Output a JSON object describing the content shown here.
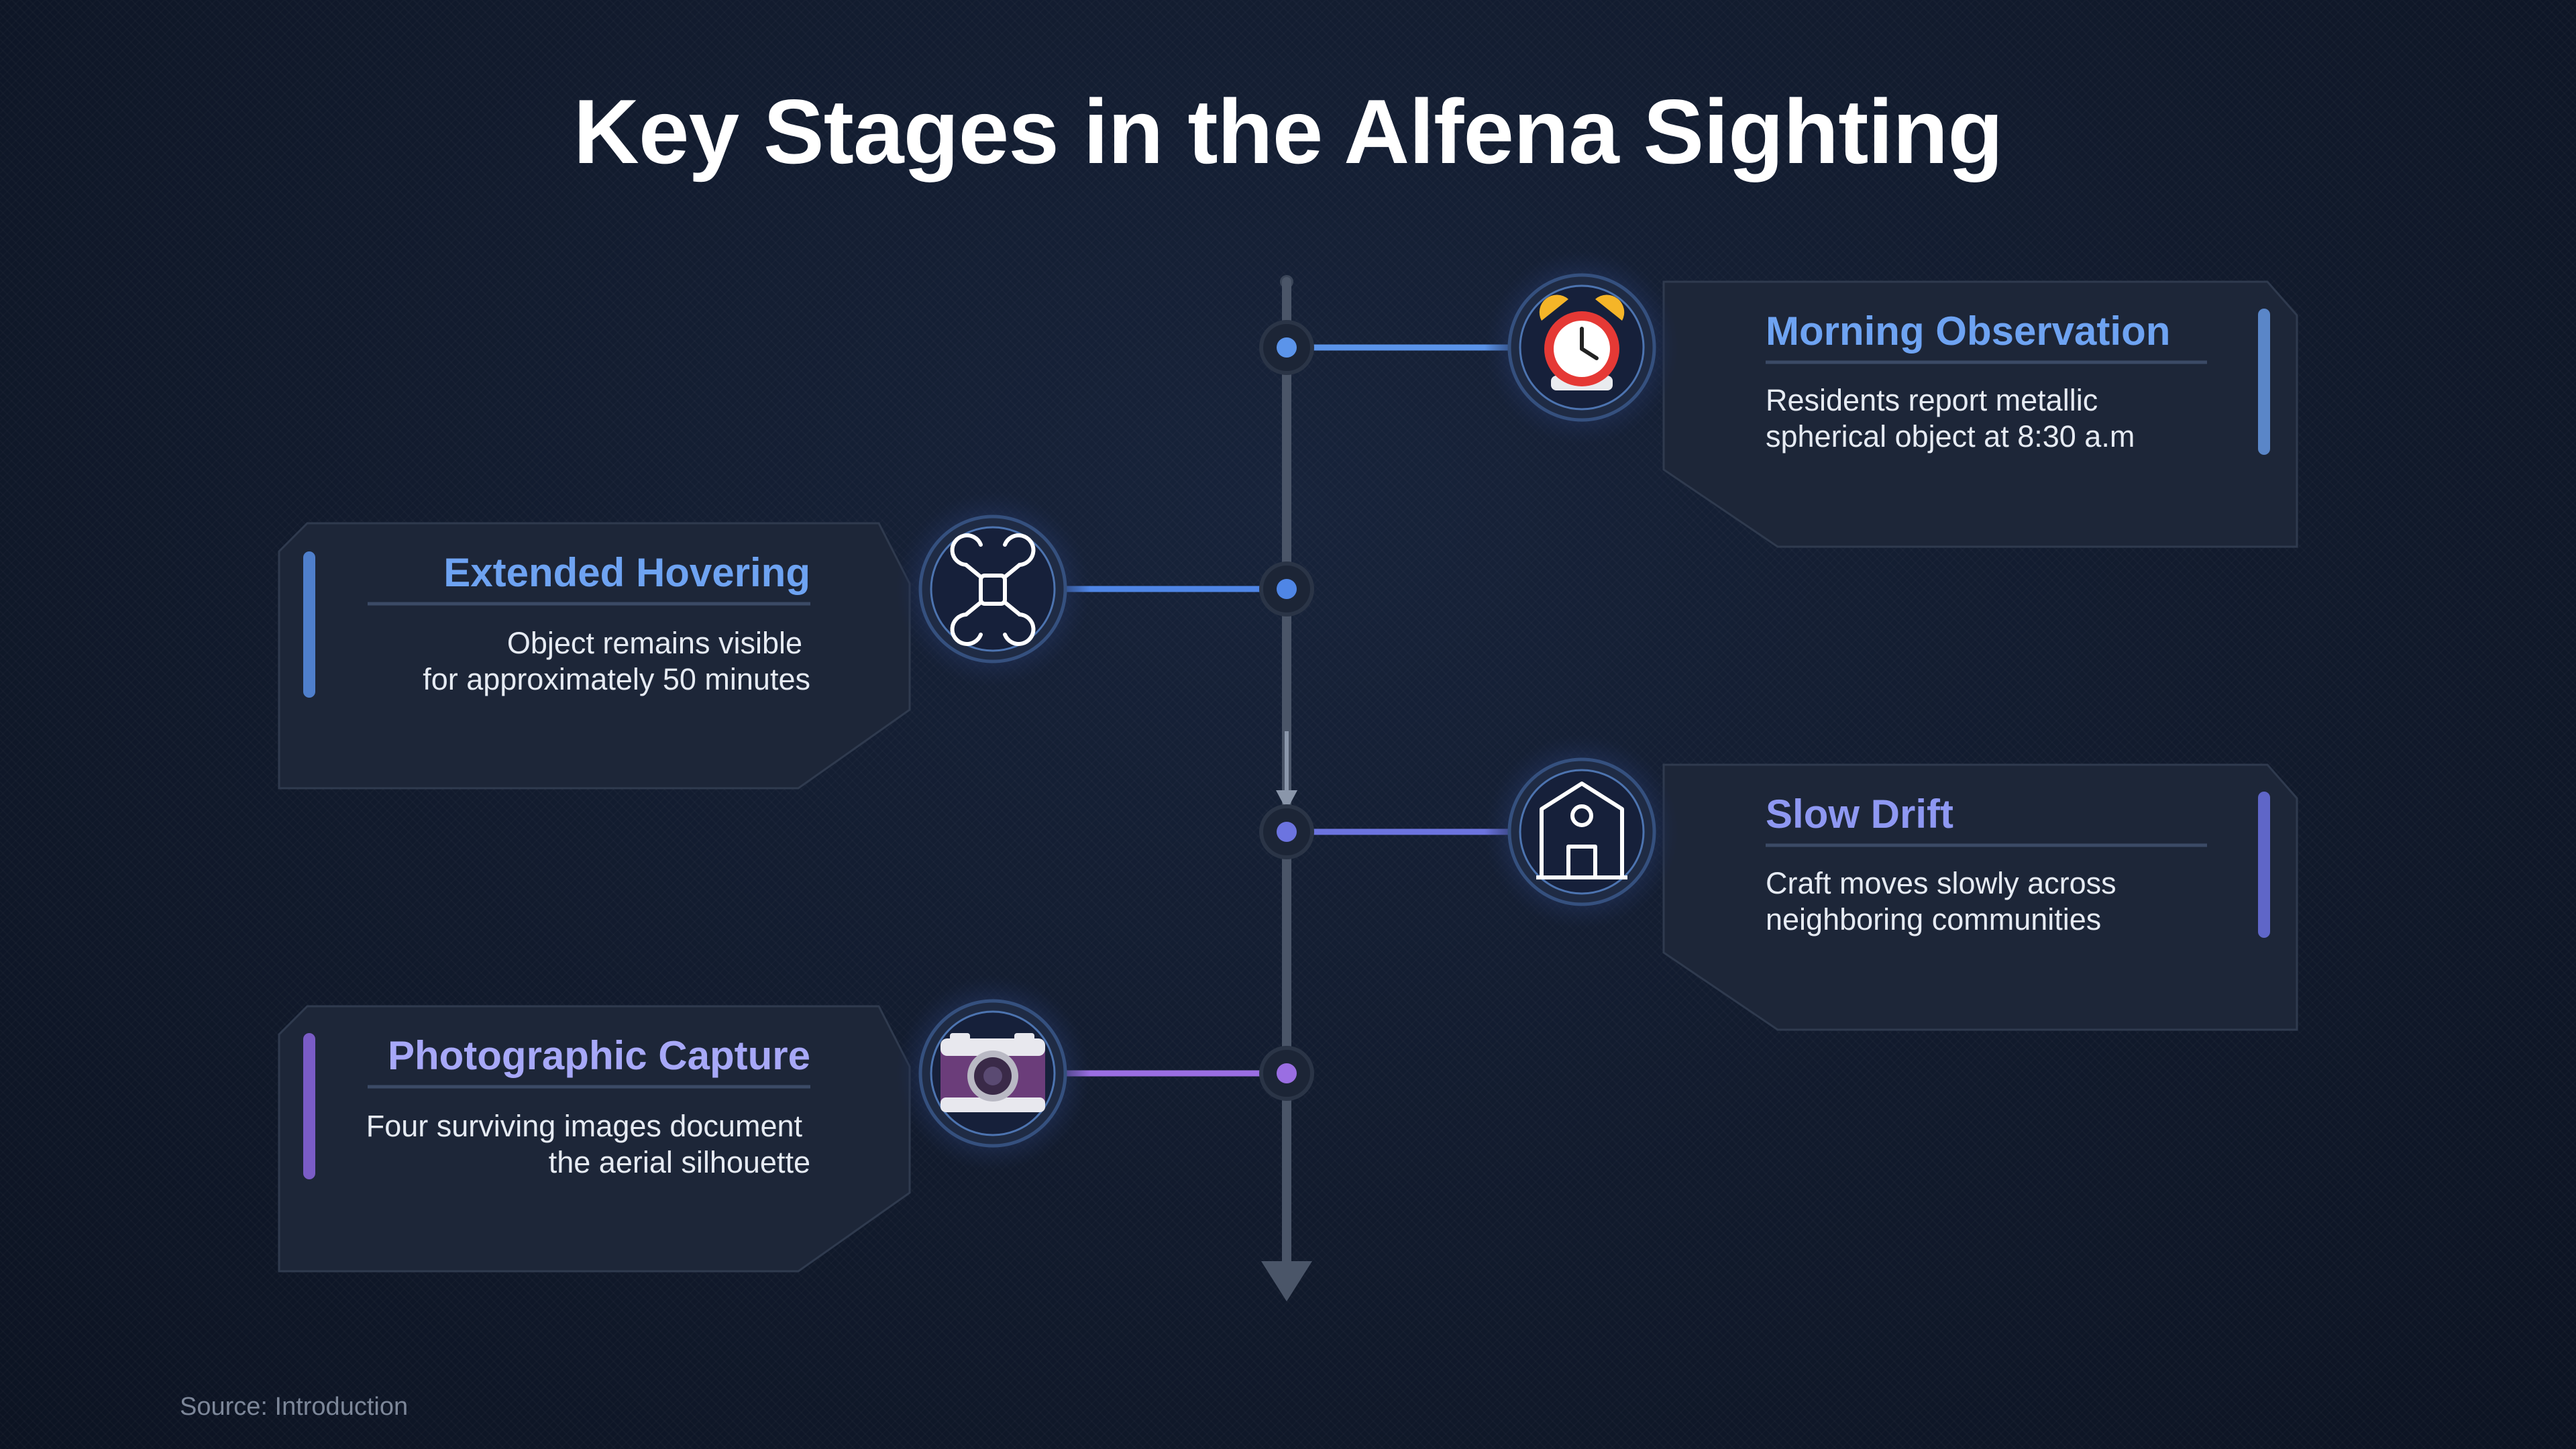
{
  "title": "Key Stages in the Alfena Sighting",
  "source": "Source: Introduction",
  "colors": {
    "blue": "#5b94ea",
    "indigo": "#6c74e0",
    "violet": "#9a6ee2"
  },
  "stages": [
    {
      "title": "Morning Observation",
      "desc_lines": [
        "Residents report metallic",
        "spherical object at 8:30 a.m"
      ],
      "icon": "alarm-clock-icon"
    },
    {
      "title": "Extended Hovering",
      "desc_lines": [
        "Object remains visible",
        "for approximately 50 minutes"
      ],
      "icon": "drone-icon"
    },
    {
      "title": "Slow Drift",
      "desc_lines": [
        "Craft moves slowly across",
        "neighboring communities"
      ],
      "icon": "barn-icon"
    },
    {
      "title": "Photographic Capture",
      "desc_lines": [
        "Four surviving images document",
        "the aerial silhouette"
      ],
      "icon": "camera-icon"
    }
  ]
}
